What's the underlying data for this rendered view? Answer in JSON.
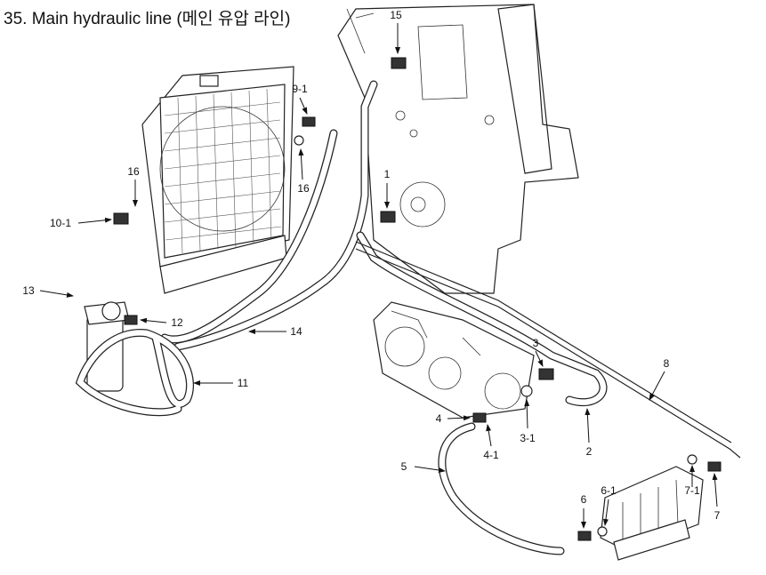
{
  "title": "35. Main hydraulic line (메인 유압 라인)",
  "labels": [
    "15",
    "9-1",
    "16",
    "16",
    "10-1",
    "1",
    "13",
    "12",
    "14",
    "11",
    "3",
    "8",
    "4",
    "3-1",
    "4-1",
    "2",
    "5",
    "7-1",
    "6-1",
    "6",
    "7"
  ]
}
